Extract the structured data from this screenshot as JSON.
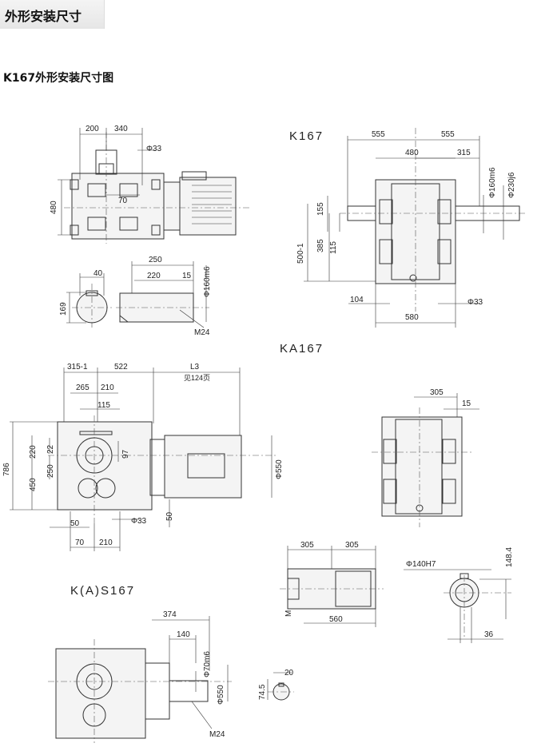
{
  "header": {
    "title": "外形安装尺寸",
    "subtitle": "K167外形安装尺寸图"
  },
  "labels": {
    "k167": "K167",
    "ka167": "KA167",
    "kas167": "K(A)S167",
    "see_page": "见124页",
    "m24": "M24",
    "m": "M"
  },
  "dims": {
    "d200": "200",
    "d340": "340",
    "phi33": "Φ33",
    "d480": "480",
    "d70": "70",
    "d40": "40",
    "d169": "169",
    "d250": "250",
    "d220": "220",
    "d15": "15",
    "phi160m6": "Φ160m6",
    "d555a": "555",
    "d555b": "555",
    "d480b": "480",
    "d315": "315",
    "phi230j6": "Φ230j6",
    "d155": "155",
    "d385": "385",
    "d500": "500-1",
    "d115": "115",
    "d104": "104",
    "d580": "580",
    "d315_1": "315-1",
    "d522": "522",
    "l3": "L3",
    "d265": "265",
    "d210a": "210",
    "d115b": "115",
    "d786": "786",
    "d220b": "220",
    "d22": "22",
    "d250b": "250",
    "d450": "450",
    "d97": "97",
    "phi550": "Φ550",
    "d50a": "50",
    "d50b": "50",
    "d70b": "70",
    "d210b": "210",
    "d305": "305",
    "d15b": "15",
    "d305a": "305",
    "d305b": "305",
    "d560": "560",
    "phi140h7": "Φ140H7",
    "d148_4": "148.4",
    "d36": "36",
    "d374": "374",
    "d140": "140",
    "phi70m6": "Φ70m6",
    "phi550b": "Φ550",
    "d20": "20",
    "d74_5": "74.5"
  }
}
